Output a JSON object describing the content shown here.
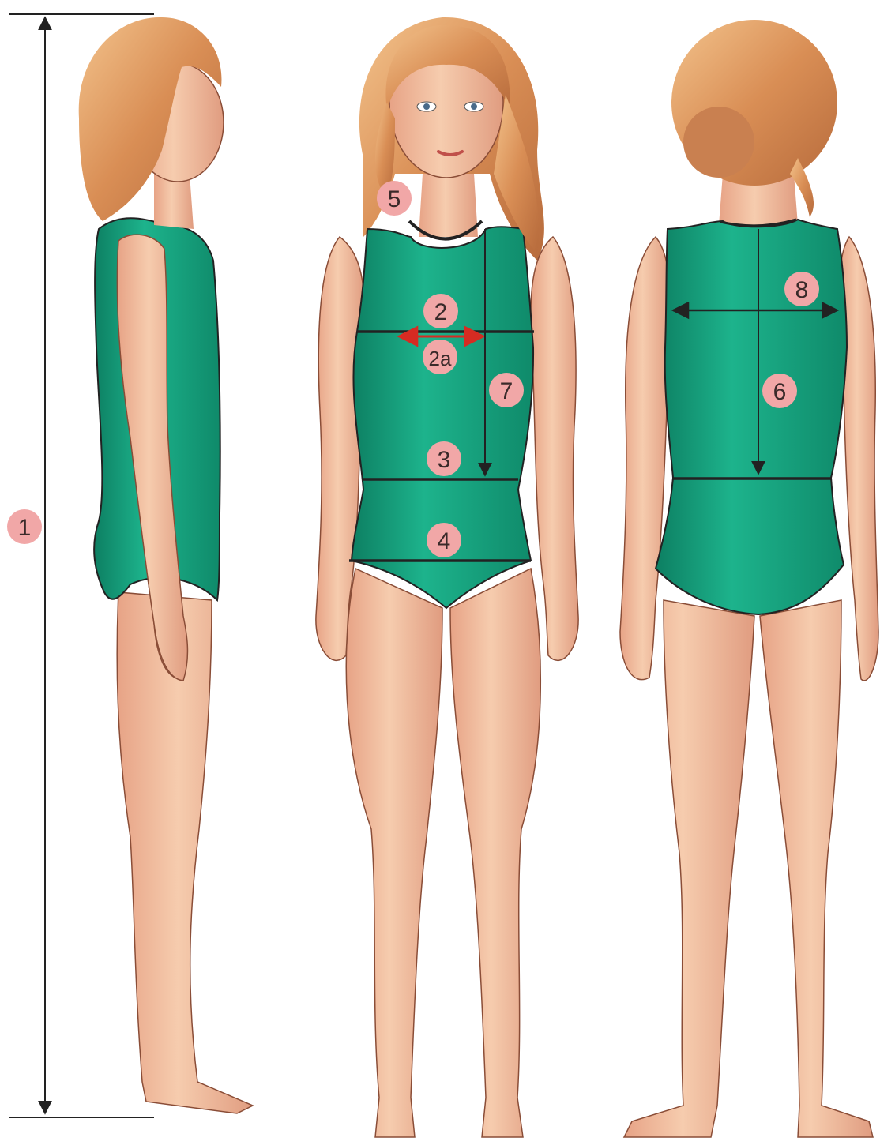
{
  "colors": {
    "skin": "#f2bf9c",
    "skin_shadow": "#d9927a",
    "leotard": "#17a883",
    "leotard_dark": "#0d7f62",
    "hair": "#d98e55",
    "hair_light": "#f0b97e",
    "line": "#222222",
    "accent_red": "#d62b22",
    "badge": "#f1a7a7"
  },
  "figures": [
    {
      "view": "side",
      "icon": "child-figure-side-view"
    },
    {
      "view": "front",
      "icon": "child-figure-front-view"
    },
    {
      "view": "back",
      "icon": "child-figure-back-view"
    }
  ],
  "markers": {
    "m1": "1",
    "m2": "2",
    "m2a": "2a",
    "m3": "3",
    "m4": "4",
    "m5": "5",
    "m6": "6",
    "m7": "7",
    "m8": "8"
  }
}
